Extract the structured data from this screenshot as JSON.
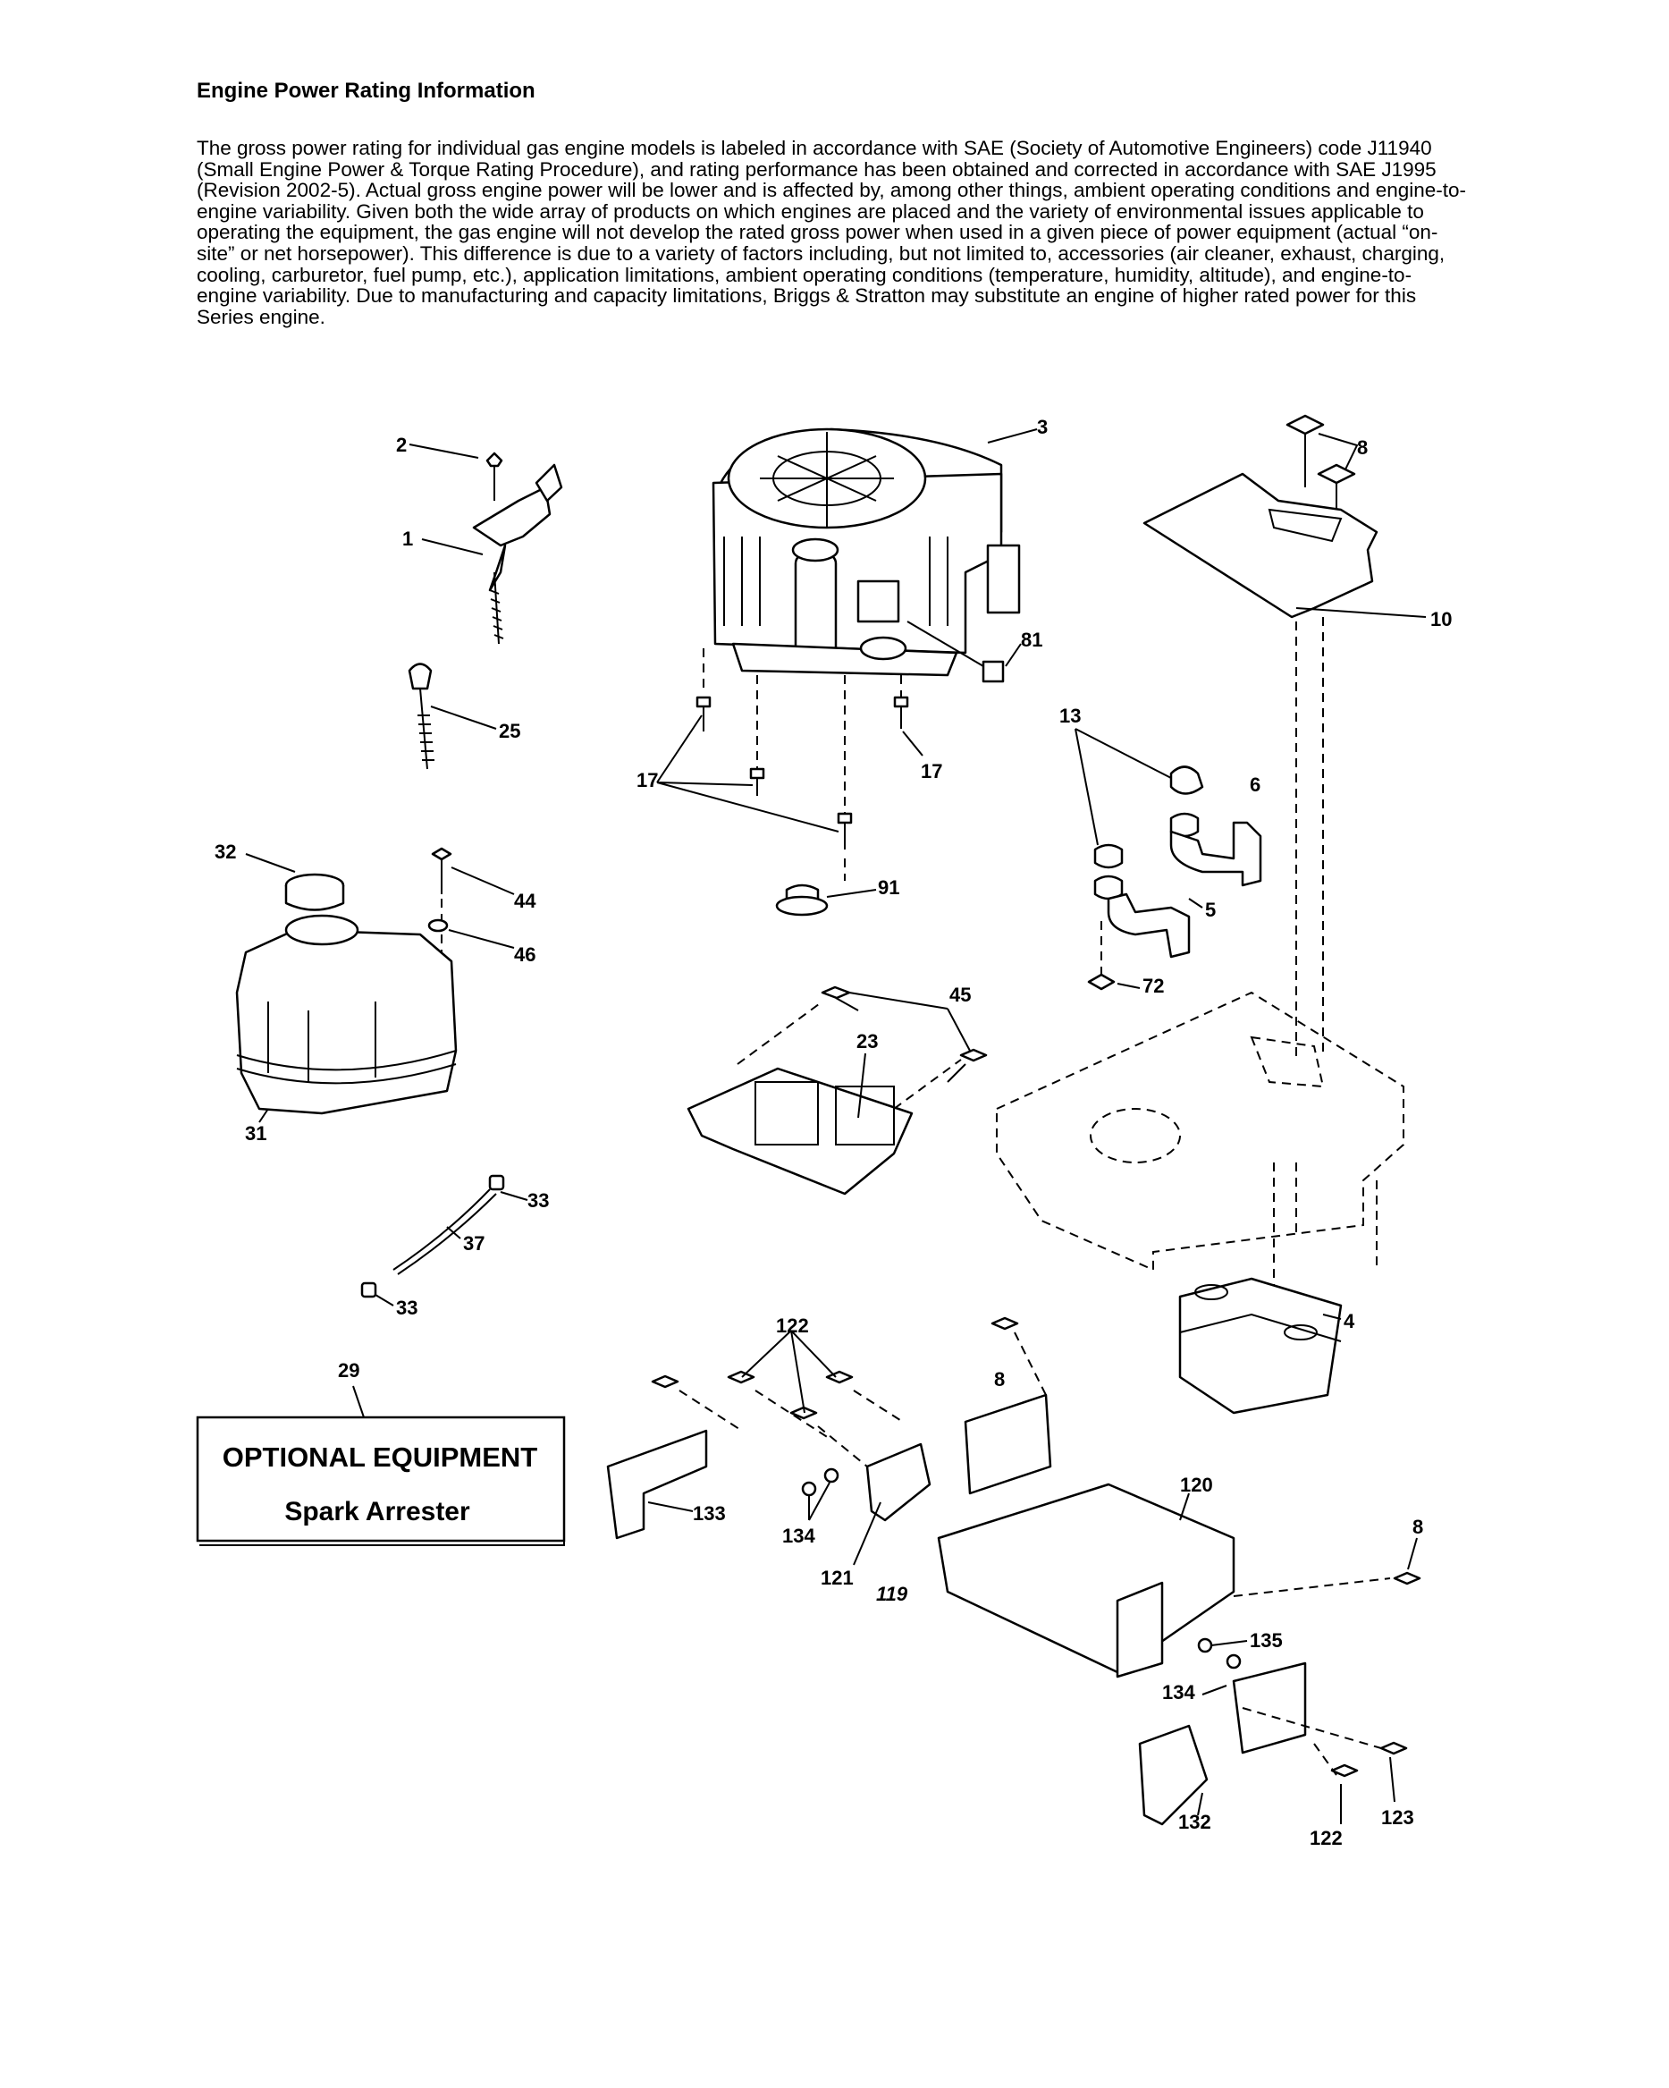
{
  "document": {
    "heading": "Engine Power Rating Information",
    "paragraph": "The gross power rating for individual gas engine models is labeled in accordance with SAE (Society of Automotive Engineers) code J11940 (Small Engine Power & Torque Rating Procedure), and rating performance has been obtained and corrected in accordance with SAE J1995 (Revision 2002-5). Actual gross engine power will be lower and is affected by, among other things, ambient operating conditions and engine-to-engine variability. Given both the wide array of products on which engines are placed and the variety of environmental issues applicable to operating the equipment, the gas engine will not develop the rated gross power when used in a given piece of power equipment (actual “on-site” or net horsepower). This difference is due to a variety of factors including, but not limited to, accessories (air cleaner, exhaust, charging, cooling, carburetor, fuel pump, etc.), application limitations, ambient operating conditions (temperature, humidity, altitude), and engine-to-engine variability. Due to manufacturing and capacity limitations, Briggs & Stratton may substitute an engine of higher rated power for this Series engine."
  },
  "callouts": {
    "c1": "1",
    "c2": "2",
    "c3": "3",
    "c4": "4",
    "c5": "5",
    "c6": "6",
    "c8a": "8",
    "c8b": "8",
    "c8c": "8",
    "c10": "10",
    "c13": "13",
    "c17a": "17",
    "c17b": "17",
    "c23": "23",
    "c25": "25",
    "c29": "29",
    "c31": "31",
    "c32": "32",
    "c33a": "33",
    "c33b": "33",
    "c37": "37",
    "c44": "44",
    "c45": "45",
    "c46": "46",
    "c72": "72",
    "c81": "81",
    "c91": "91",
    "c119": "119",
    "c120": "120",
    "c121": "121",
    "c122a": "122",
    "c122b": "122",
    "c123": "123",
    "c132": "132",
    "c133": "133",
    "c134a": "134",
    "c134b": "134",
    "c135": "135"
  },
  "optional_equipment": {
    "title": "OPTIONAL EQUIPMENT",
    "subtitle": "Spark Arrester"
  }
}
